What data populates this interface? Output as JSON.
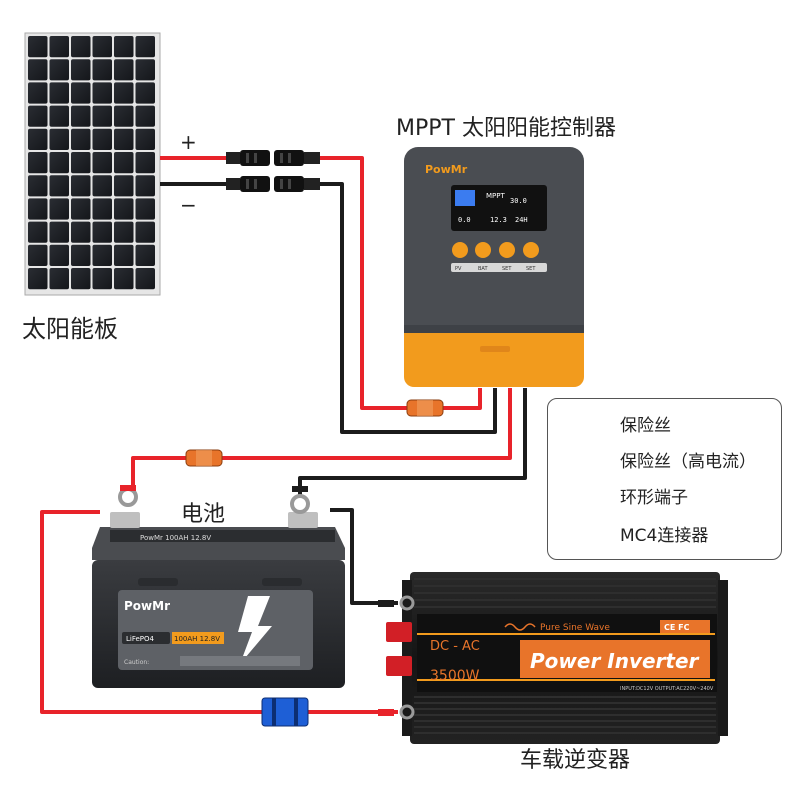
{
  "labels": {
    "solar_panel": "太阳能板",
    "controller": "MPPT 太阳阳能控制器",
    "battery": "电池",
    "inverter": "车载逆变器",
    "plus": "+",
    "minus": "−"
  },
  "controller_unit": {
    "brand": "PowMr",
    "screen_title": "MPPT",
    "screen_values": [
      "0.0",
      "30.0",
      "12.3",
      "24H"
    ],
    "button_labels": [
      "PV",
      "BAT",
      "SET",
      "SET"
    ]
  },
  "battery_unit": {
    "brand": "PowMr",
    "chemistry": "LiFePO4",
    "spec": "100AH 12.8V",
    "top_text": "PowMr  100AH 12.8V",
    "caution": "Caution:"
  },
  "inverter_unit": {
    "type": "DC - AC",
    "wave": "Pure Sine Wave",
    "title": "Power Inverter",
    "power": "3500W",
    "cert": "CE FC",
    "io_text": "INPUT:DC12V    OUTPUT:AC220V~240V"
  },
  "legend": {
    "items": [
      {
        "icon": "fuse-icon",
        "label": "保险丝"
      },
      {
        "icon": "high-current-fuse-icon",
        "label": "保险丝（高电流）"
      },
      {
        "icon": "ring-terminal-icon",
        "label": "环形端子"
      },
      {
        "icon": "mc4-connector-icon",
        "label": "MC4连接器"
      }
    ]
  },
  "colors": {
    "positive_wire": "#e8232a",
    "negative_wire": "#1c1c1c",
    "accent_orange": "#f29b1d",
    "fuse_orange": "#e8742a",
    "fuse_blue": "#1e5fd6",
    "controller_body": "#4a4d52"
  }
}
